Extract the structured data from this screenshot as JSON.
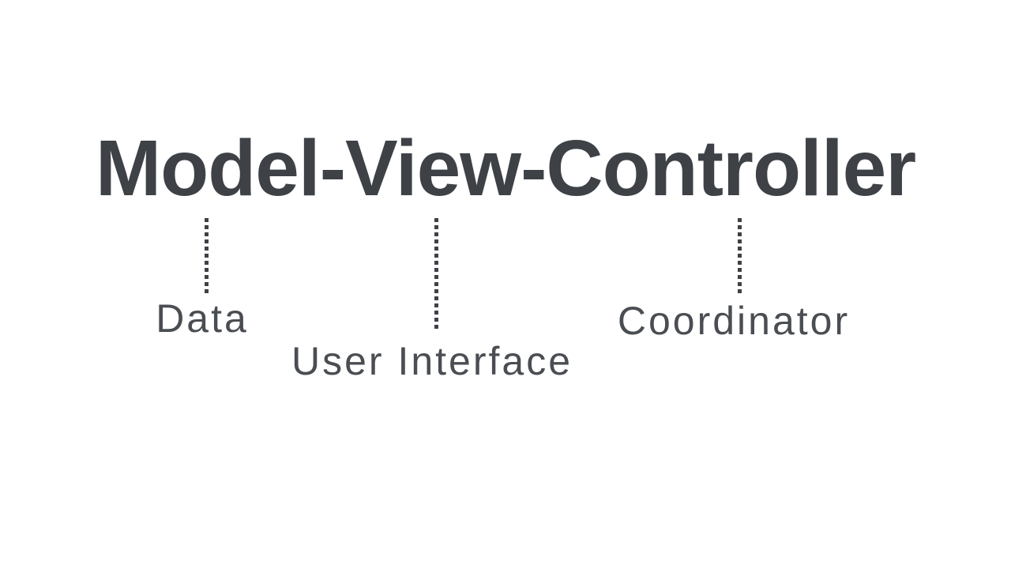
{
  "diagram": {
    "title": "Model-View-Controller",
    "background_color": "#ffffff",
    "title_color": "#3e4247",
    "label_color": "#4a4e53",
    "connector_color": "#3e4247",
    "connector_style": "square-dotted-vertical",
    "annotations": [
      {
        "term": "Model",
        "label": "Data"
      },
      {
        "term": "View",
        "label": "User Interface"
      },
      {
        "term": "Controller",
        "label": "Coordinator"
      }
    ]
  }
}
